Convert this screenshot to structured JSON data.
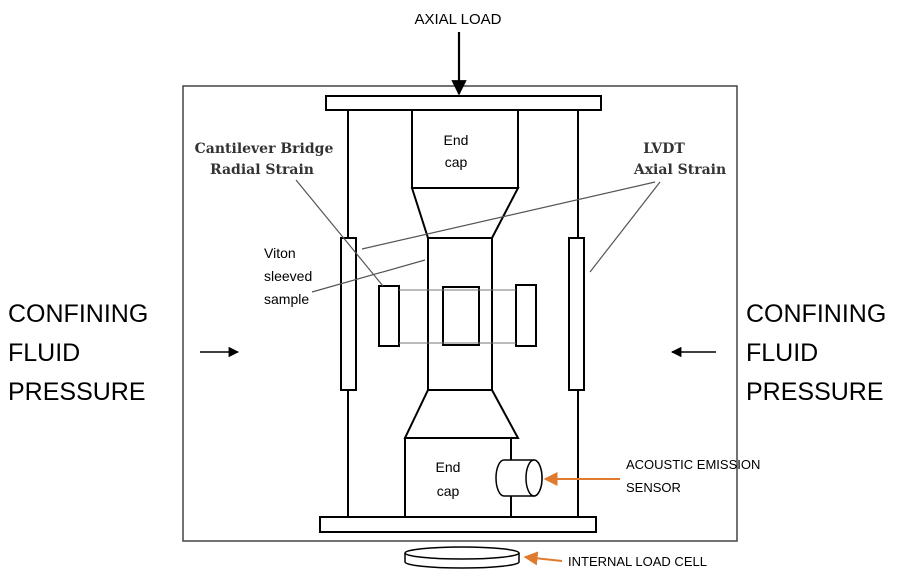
{
  "labels": {
    "axial_load": "AXIAL LOAD",
    "top_end_cap": [
      "End",
      "cap"
    ],
    "bottom_end_cap": [
      "End",
      "cap"
    ],
    "cantilever": [
      "Cantilever Bridge",
      "Radial Strain"
    ],
    "lvdt": [
      "LVDT",
      "Axial Strain"
    ],
    "viton": [
      "Viton",
      "sleeved",
      "sample"
    ],
    "confining_left": [
      "CONFINING",
      "FLUID",
      "PRESSURE"
    ],
    "confining_right": [
      "CONFINING",
      "FLUID",
      "PRESSURE"
    ],
    "acoustic": [
      "ACOUSTIC EMISSION",
      "SENSOR"
    ],
    "load_cell": "INTERNAL LOAD CELL"
  },
  "colors": {
    "line": "#000000",
    "pointer": "#555555",
    "orange_arrow": "#e07a2f",
    "frame": "#444444",
    "label_bold": "#333333"
  }
}
